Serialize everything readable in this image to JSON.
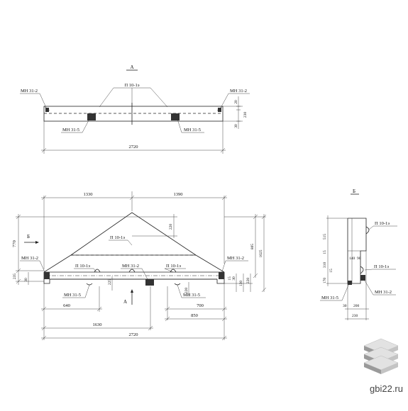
{
  "views": {
    "top": {
      "section_letter": "А",
      "labels": {
        "mn_left": "МН 31-2",
        "mn_right": "МН 31-2",
        "p_center": "П 10-1э",
        "mn5_left": "МН 31-5",
        "mn5_right": "МН 31-5"
      },
      "dims": {
        "d20": "20",
        "d230": "230",
        "d30": "30",
        "d2720": "2720"
      }
    },
    "front": {
      "section_letter_b": "Б",
      "section_letter_a": "А",
      "dims": {
        "d1330": "1330",
        "d1390": "1390",
        "d220_top": "220",
        "d770": "770",
        "d805": "805",
        "d1025": "1025",
        "d235": "235",
        "d30_left": "30",
        "d225": "225",
        "d220_mid": "220",
        "d15": "15",
        "d30_r": "30",
        "d130": "130",
        "d220_r": "220",
        "d640": "640",
        "d700": "700",
        "d1630": "1630",
        "d850": "850",
        "d2720": "2720"
      },
      "labels": {
        "p_top": "П 10-1э",
        "mn_left": "МН 31-2",
        "p_left": "П 10-1э",
        "mn_mid": "МН 31-2",
        "p_right": "П 10-1э",
        "mn_right": "МН 31-2",
        "mn5_left": "МН 31-5",
        "mn5_right": "МН 31-5"
      }
    },
    "side": {
      "section_letter": "Б",
      "dims": {
        "d515": "515",
        "d15a": "15",
        "d140": "140",
        "d90": "90",
        "d310": "310",
        "d15b": "15",
        "d170": "170",
        "d30": "30",
        "d200": "200",
        "d230": "230"
      },
      "labels": {
        "p_top": "П 10-1э",
        "p_mid": "П 10-1э",
        "mn5": "МН 31-5",
        "mn2": "МН 31-2"
      }
    }
  },
  "watermark": {
    "text": "gbi22.ru",
    "icon": "stacked-slabs-logo-icon"
  }
}
